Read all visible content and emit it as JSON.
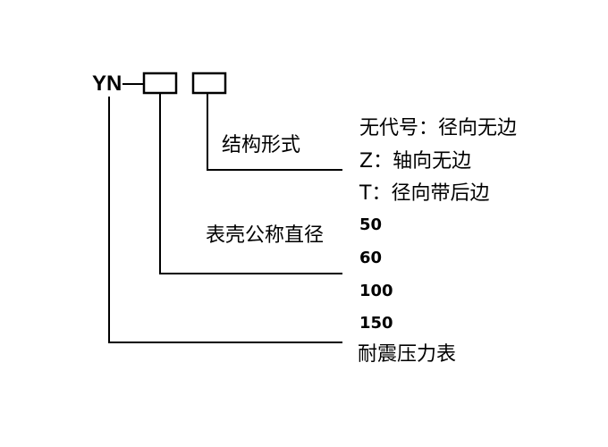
{
  "model_prefix": "YN",
  "structure": {
    "title": "结构形式",
    "options": [
      "无代号：径向无边",
      "Z：轴向无边",
      "T：径向带后边"
    ]
  },
  "diameter": {
    "title": "表壳公称直径",
    "options": [
      "50",
      "60",
      "100",
      "150"
    ]
  },
  "product_name": "耐震压力表"
}
